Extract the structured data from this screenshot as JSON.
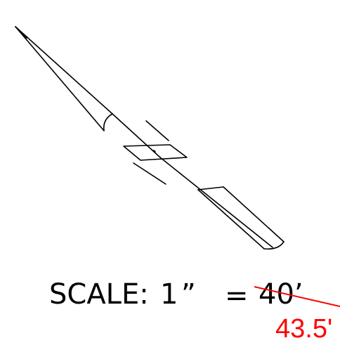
{
  "scale_note": {
    "prefix": "SCALE:",
    "one_inch": "1",
    "inch_mark": "”",
    "equals": "=",
    "original_value": "40’",
    "revised_value": "43.5'"
  },
  "colors": {
    "drawing": "#000000",
    "revision": "#ff0000"
  }
}
